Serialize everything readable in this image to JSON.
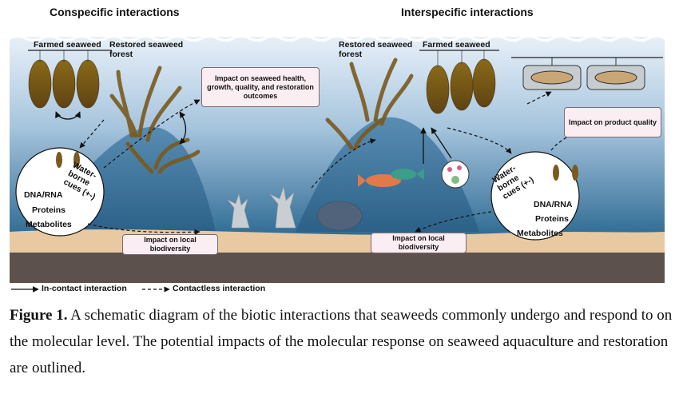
{
  "headings": {
    "left": "Conspecific interactions",
    "right": "Interspecific interactions"
  },
  "labels": {
    "farmed_left": "Farmed seaweed",
    "restored_left_1": "Restored seaweed",
    "restored_left_2": "forest",
    "restored_right_1": "Restored seaweed",
    "restored_right_2": "forest",
    "farmed_right": "Farmed seaweed"
  },
  "boxes": {
    "health": "Impact on seaweed health, growth, quality, and restoration outcomes",
    "product": "Impact on product quality",
    "bio_left": "Impact on local biodiversity",
    "bio_right": "Impact on local biodiversity"
  },
  "circles": {
    "waterborne": "Water-borne cues (+-)",
    "dna": "DNA/RNA",
    "proteins": "Proteins",
    "metabolites": "Metabolites"
  },
  "legend": {
    "contact": "In-contact interaction",
    "contactless": "Contactless interaction"
  },
  "caption": {
    "label": "Figure 1.",
    "text": " A schematic diagram of the biotic interactions that seaweeds commonly undergo and respond to on the molecular level. The potential impacts of the molecular response on seaweed aquaculture and restoration are outlined."
  },
  "colors": {
    "sky": "#ffffff",
    "water_top": "#dce9f4",
    "water_bottom": "#2c6a92",
    "sand": "#e8c9a2",
    "seabed": "#5c514c",
    "box_fill": "#fbeef2",
    "seaweed": "#7a5a1e"
  }
}
